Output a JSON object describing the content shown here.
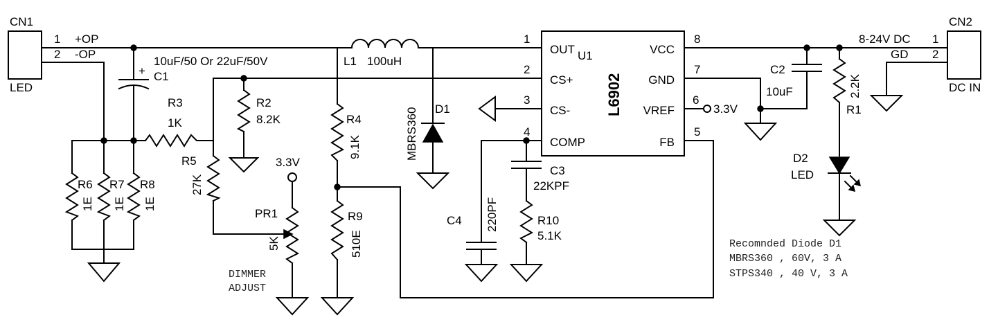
{
  "connectors": {
    "cn1": {
      "ref": "CN1",
      "label": "LED",
      "pin1": "1",
      "pin2": "2",
      "pin1_net": "+OP",
      "pin2_net": "-OP"
    },
    "cn2": {
      "ref": "CN2",
      "label": "DC IN",
      "pin1": "1",
      "pin2": "2",
      "pin1_net": "8-24V DC",
      "pin2_net": "GD"
    }
  },
  "components": {
    "c1": {
      "ref": "C1",
      "value": "10uF/50 Or 22uF/50V",
      "polarity": "+"
    },
    "l1": {
      "ref": "L1",
      "value": "100uH"
    },
    "r2": {
      "ref": "R2",
      "value": "8.2K"
    },
    "r3": {
      "ref": "R3",
      "value": "1K"
    },
    "r4": {
      "ref": "R4",
      "value": "9.1K"
    },
    "r5": {
      "ref": "R5",
      "value": "27K"
    },
    "r6": {
      "ref": "R6",
      "value": "1E"
    },
    "r7": {
      "ref": "R7",
      "value": "1E"
    },
    "r8": {
      "ref": "R8",
      "value": "1E"
    },
    "r9": {
      "ref": "R9",
      "value": "510E"
    },
    "r10": {
      "ref": "R10",
      "value": "5.1K"
    },
    "r1": {
      "ref": "R1",
      "value": "2.2K"
    },
    "pr1": {
      "ref": "PR1",
      "value": "5K",
      "note_line1": "DIMMER",
      "note_line2": "ADJUST",
      "supply": "3.3V"
    },
    "d1": {
      "ref": "D1",
      "value": "MBRS360"
    },
    "d2": {
      "ref": "D2",
      "value": "LED"
    },
    "c2": {
      "ref": "C2",
      "value": "10uF"
    },
    "c3": {
      "ref": "C3",
      "value": "22KPF"
    },
    "c4": {
      "ref": "C4",
      "value": "220PF"
    }
  },
  "ic": {
    "ref": "U1",
    "part": "L6902",
    "pins": [
      {
        "num": "1",
        "name": "OUT"
      },
      {
        "num": "2",
        "name": "CS+"
      },
      {
        "num": "3",
        "name": "CS-"
      },
      {
        "num": "4",
        "name": "COMP"
      },
      {
        "num": "5",
        "name": "FB"
      },
      {
        "num": "6",
        "name": "VREF"
      },
      {
        "num": "7",
        "name": "GND"
      },
      {
        "num": "8",
        "name": "VCC"
      }
    ],
    "vref_label": "3.3V"
  },
  "note": {
    "lines": [
      "Recomnded Diode D1",
      "MBRS360 , 60V, 3 A",
      "STPS340 , 40 V, 3 A"
    ]
  }
}
